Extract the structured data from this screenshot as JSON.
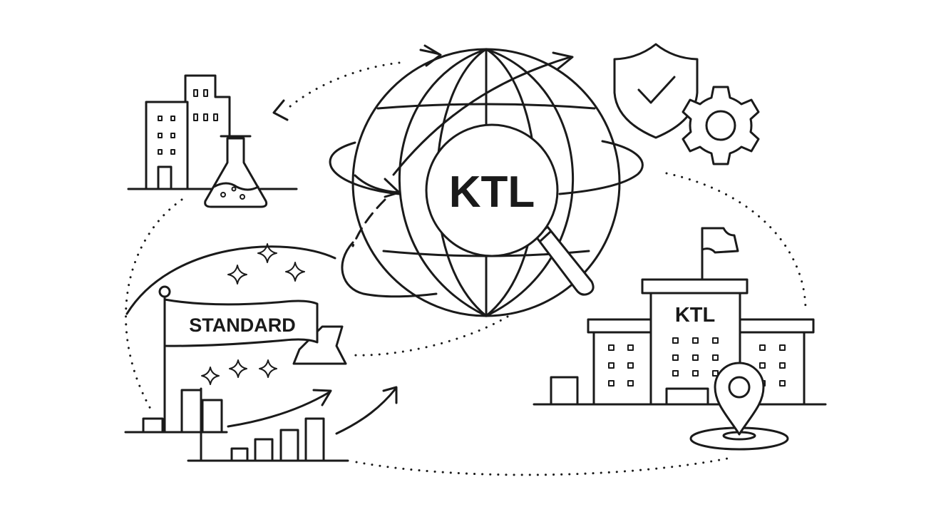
{
  "globe": {
    "label": "KTL"
  },
  "banner": {
    "label": "STANDARD"
  },
  "building": {
    "sign": "KTL"
  },
  "colors": {
    "stroke": "#1a1a1a",
    "background": "#ffffff"
  }
}
